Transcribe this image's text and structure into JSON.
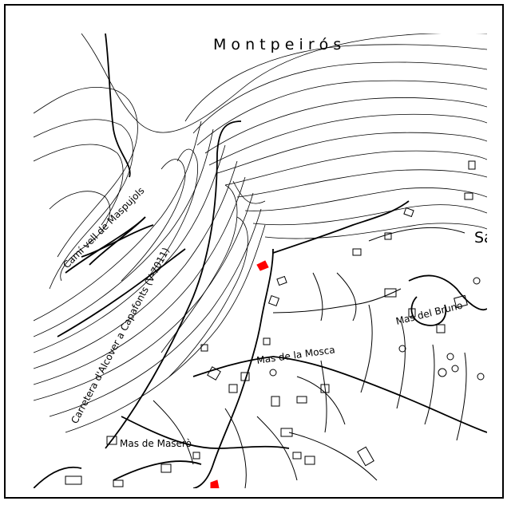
{
  "map": {
    "labels": {
      "montpeiros": "M o n t p e i r ó s",
      "sa": "Sa",
      "camivell": "Camí vell de Maspujols",
      "carretera": "Carretera d'Alcover a Capafonts (V-7011)",
      "mas_del_bruno": "Mas del Bruno",
      "mas_de_la_mosca": "Mas de la Mosca",
      "mas_de_masero": "Mas de Maserò"
    },
    "colors": {
      "ink": "#000000",
      "highlight": "#ff0000"
    }
  }
}
